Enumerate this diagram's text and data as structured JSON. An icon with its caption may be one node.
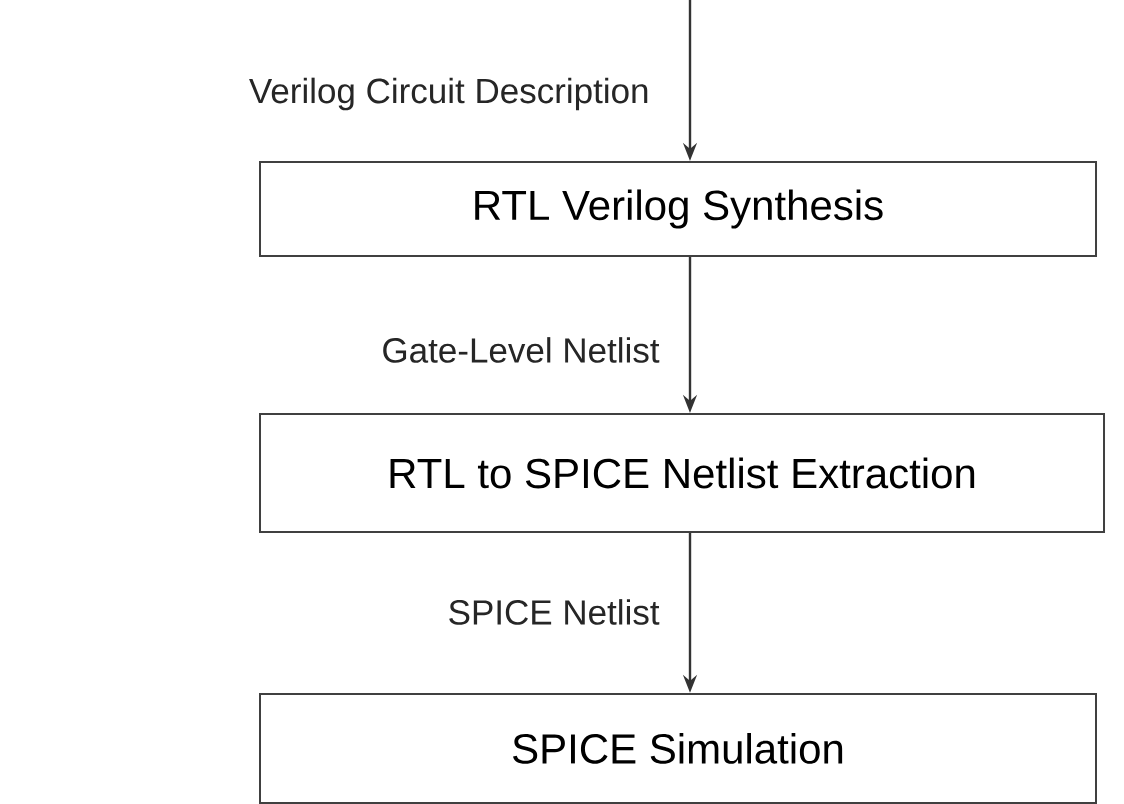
{
  "diagram": {
    "nodes": [
      {
        "text": [
          "RTL Verilog Synthesis"
        ]
      },
      {
        "text": [
          "RTL to SPICE Netlist Extraction"
        ]
      },
      {
        "text": [
          "SPICE Simulation"
        ]
      }
    ],
    "edges": [
      {
        "from": null,
        "to": 0,
        "arrow": "to",
        "label": "Verilog Circuit Description"
      },
      {
        "from": 0,
        "to": 1,
        "arrow": "to",
        "label": "Gate-Level Netlist"
      },
      {
        "from": 1,
        "to": 2,
        "arrow": "to",
        "label": "SPICE Netlist"
      }
    ]
  }
}
